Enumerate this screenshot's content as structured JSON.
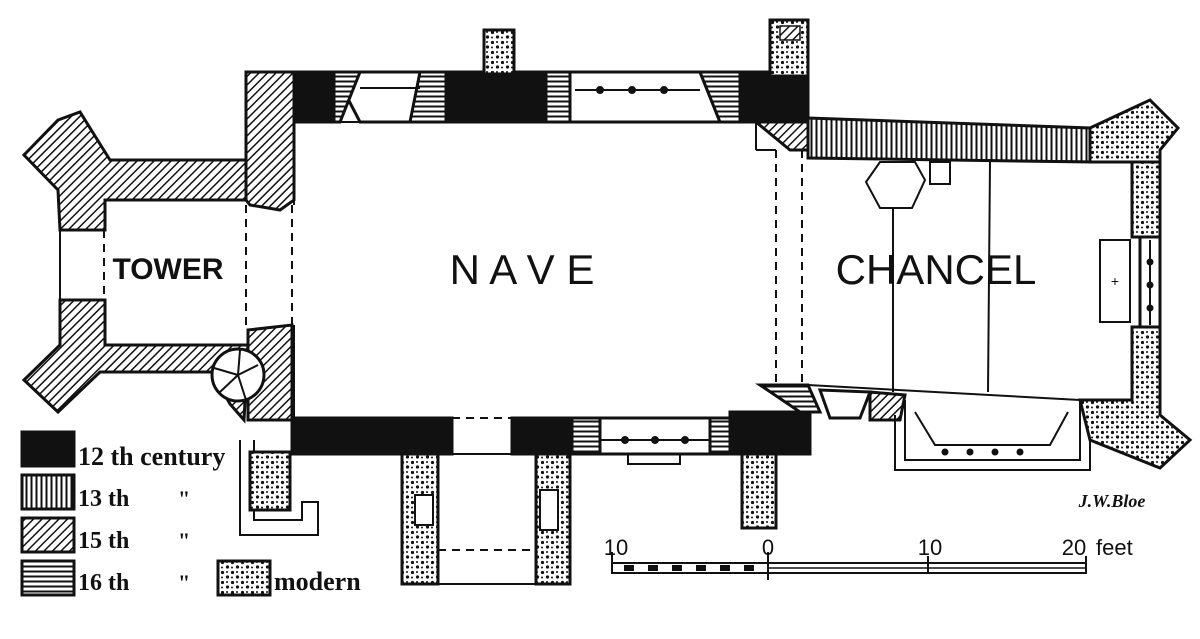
{
  "rooms": {
    "tower": "TOWER",
    "nave": "N A V E",
    "chancel": "CHANCEL"
  },
  "legend": [
    {
      "key": "12th",
      "label": "12 th century",
      "ditto": ""
    },
    {
      "key": "13th",
      "label": "13 th",
      "ditto": "\""
    },
    {
      "key": "15th",
      "label": "15 th",
      "ditto": "\""
    },
    {
      "key": "16th",
      "label": "16 th",
      "ditto": "\""
    },
    {
      "key": "modern",
      "label": "modern",
      "ditto": ""
    }
  ],
  "scale": {
    "left": "10",
    "zero": "0",
    "mid": "10",
    "right": "20",
    "unit": "feet"
  },
  "signature": "J.W.Bloe",
  "colors": {
    "ink": "#111111",
    "paper": "#ffffff"
  }
}
